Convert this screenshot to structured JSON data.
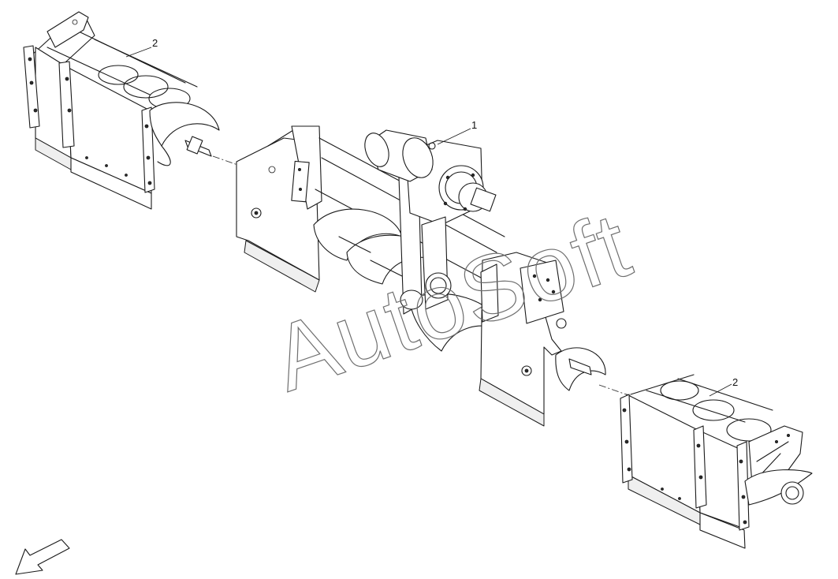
{
  "diagram": {
    "callouts": [
      {
        "id": "callout-1",
        "label": "1"
      },
      {
        "id": "callout-2-left",
        "label": "2"
      },
      {
        "id": "callout-2-right",
        "label": "2"
      }
    ],
    "watermark": "AutoSoft",
    "direction_icon": "front-direction-arrow-icon"
  }
}
